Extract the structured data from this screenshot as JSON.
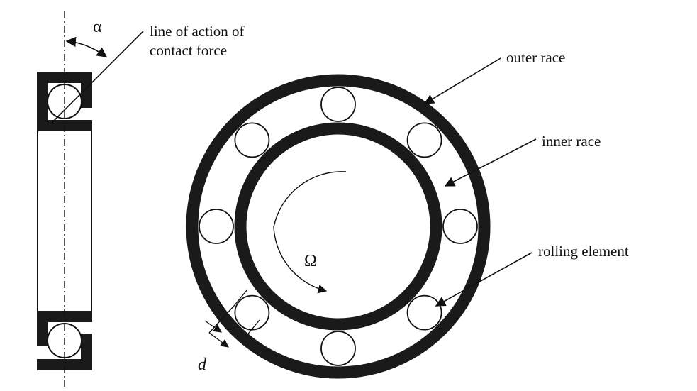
{
  "labels": {
    "alpha": "α",
    "line_of_action_line1": "line of action of",
    "line_of_action_line2": "contact force",
    "outer_race": "outer race",
    "inner_race": "inner race",
    "rolling_element": "rolling element",
    "omega": "Ω",
    "d": "d"
  },
  "bearing": {
    "rolling_element_count": 8
  },
  "colors": {
    "ink": "#111111",
    "race_fill": "#1a1a1a",
    "background": "#ffffff"
  }
}
